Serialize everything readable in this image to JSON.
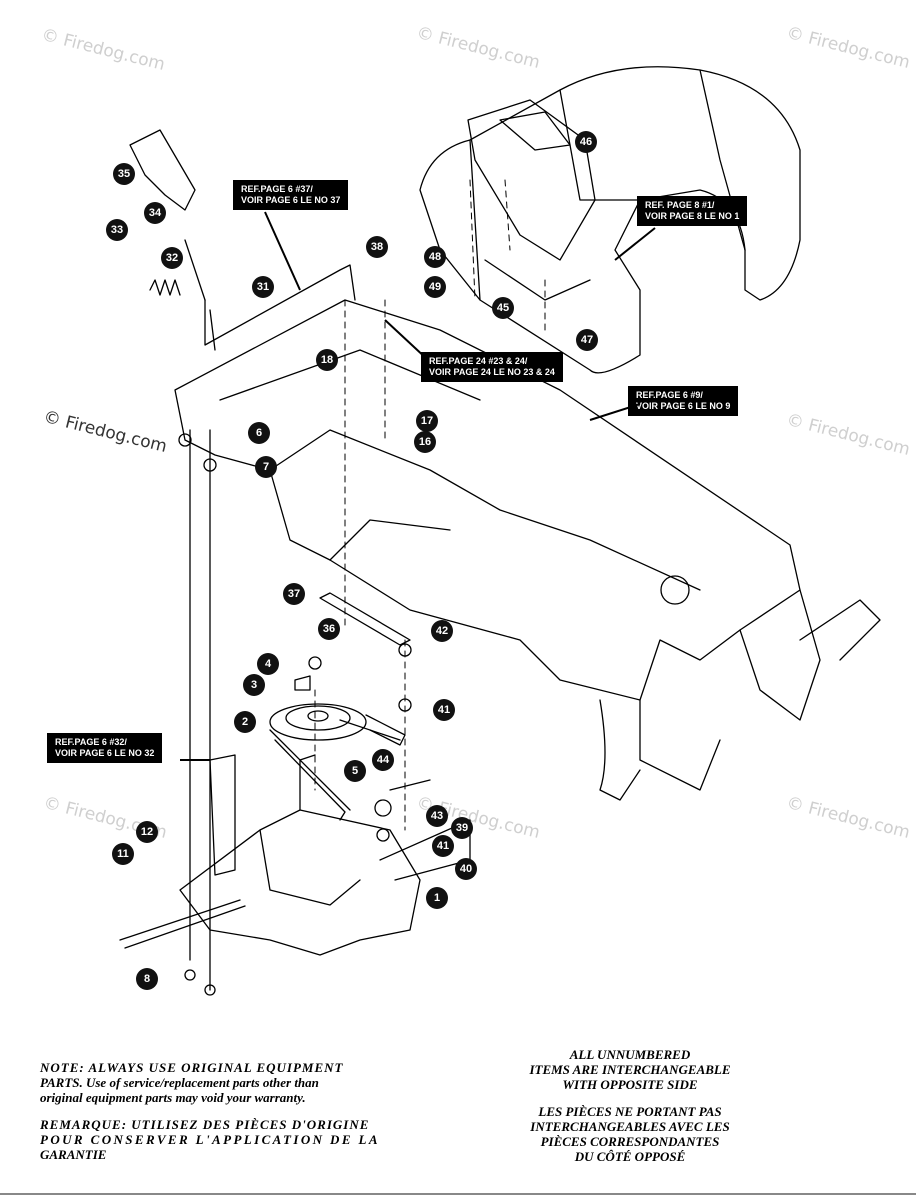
{
  "watermark": "© Firedog.com",
  "refs": {
    "r37": [
      "REF.PAGE 6 #37/",
      "VOIR PAGE 6 LE NO 37"
    ],
    "r1": [
      "REF. PAGE 8 #1/",
      "VOIR PAGE 8 LE NO 1"
    ],
    "r24": [
      "REF.PAGE 24 #23 & 24/",
      "VOIR PAGE 24 LE NO 23 & 24"
    ],
    "r9": [
      "REF.PAGE 6 #9/",
      "VOIR PAGE 6 LE NO 9"
    ],
    "r32": [
      "REF.PAGE 6 #32/",
      "VOIR PAGE 6 LE NO 32"
    ]
  },
  "callouts": [
    "35",
    "34",
    "33",
    "32",
    "31",
    "38",
    "46",
    "48",
    "49",
    "45",
    "47",
    "18",
    "17",
    "16",
    "6",
    "7",
    "37",
    "36",
    "42",
    "4",
    "3",
    "2",
    "41",
    "5",
    "44",
    "43",
    "39",
    "12",
    "11",
    "40",
    "1",
    "8"
  ],
  "notes": {
    "left": [
      "NOTE: ALWAYS USE ORIGINAL EQUIPMENT",
      "PARTS. Use of service/replacement parts other than",
      "original equipment parts may void your warranty."
    ],
    "left_fr": [
      "REMARQUE: UTILISEZ DES PIÈCES D'ORIGINE",
      "POUR CONSERVER L'APPLICATION DE LA",
      "GARANTIE"
    ],
    "right": [
      "ALL UNNUMBERED",
      "ITEMS ARE INTERCHANGEABLE",
      "WITH OPPOSITE SIDE"
    ],
    "right_fr": [
      "LES PIÈCES NE PORTANT PAS",
      "INTERCHANGEABLES AVEC LES",
      "PIÈCES CORRESPONDANTES",
      "DU CÔTÉ OPPOSÉ"
    ]
  }
}
